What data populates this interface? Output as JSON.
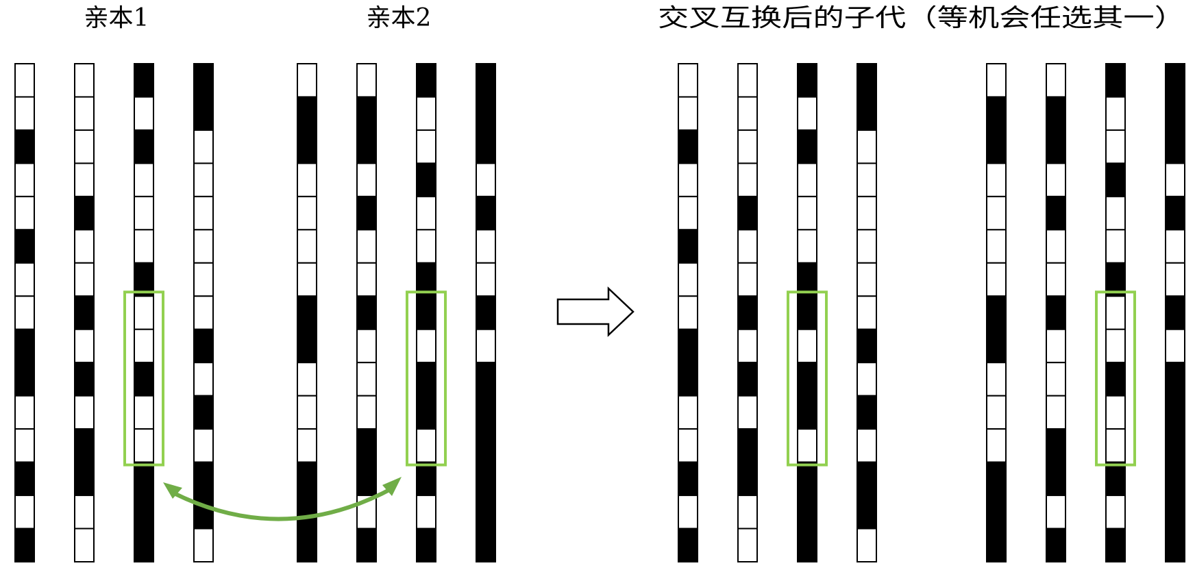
{
  "labels": {
    "parent1": "亲本1",
    "parent2": "亲本2",
    "offspring": "交叉互换后的子代（等机会任选其一）"
  },
  "colors": {
    "cell_filled": "#000000",
    "cell_empty": "#ffffff",
    "cell_border": "#000000",
    "highlight": "#92d050",
    "swap_arrow": "#70ad47"
  },
  "icons": {
    "transition_arrow": "outline-right-arrow-icon",
    "swap_arrow": "double-headed-curved-arrow-icon"
  },
  "segment_boundaries": [
    0,
    1,
    2,
    3,
    4,
    5,
    6,
    7,
    8,
    9,
    10,
    11,
    12,
    13,
    14,
    15
  ],
  "chromosomes": {
    "parent1": [
      "WWBWWBWWBBWWBWB",
      "WWWWBWWBWBWBBWW",
      "BWBWWWBWWBWWBBB",
      "BBWWWWWWBWBWBBW"
    ],
    "parent2": [
      "WBBWWWWBBWWWBBB",
      "WBBWBWWBWWWBBWB",
      "BWWBWWBBWBBWBWB",
      "BBBWBWWBWBBBBBB"
    ],
    "offspring_a": [
      "WWBWWBWWBBWWBWB",
      "WWWWBWWBWBWBBWW",
      "BWBWWWBBWBBWBBB",
      "BBWWWWWWBWBWBBW"
    ],
    "offspring_b": [
      "WBBWWWWBBWWWBBB",
      "WBBWBWWBWWWBBWB",
      "BWWBWWBWWBWWBWB",
      "BBBWBWWBWBBBBBB"
    ]
  },
  "highlight_segments": {
    "start": 7,
    "end": 12
  },
  "swap_pair": {
    "from": "parent1-chromosome-3",
    "to": "parent2-chromosome-3"
  }
}
